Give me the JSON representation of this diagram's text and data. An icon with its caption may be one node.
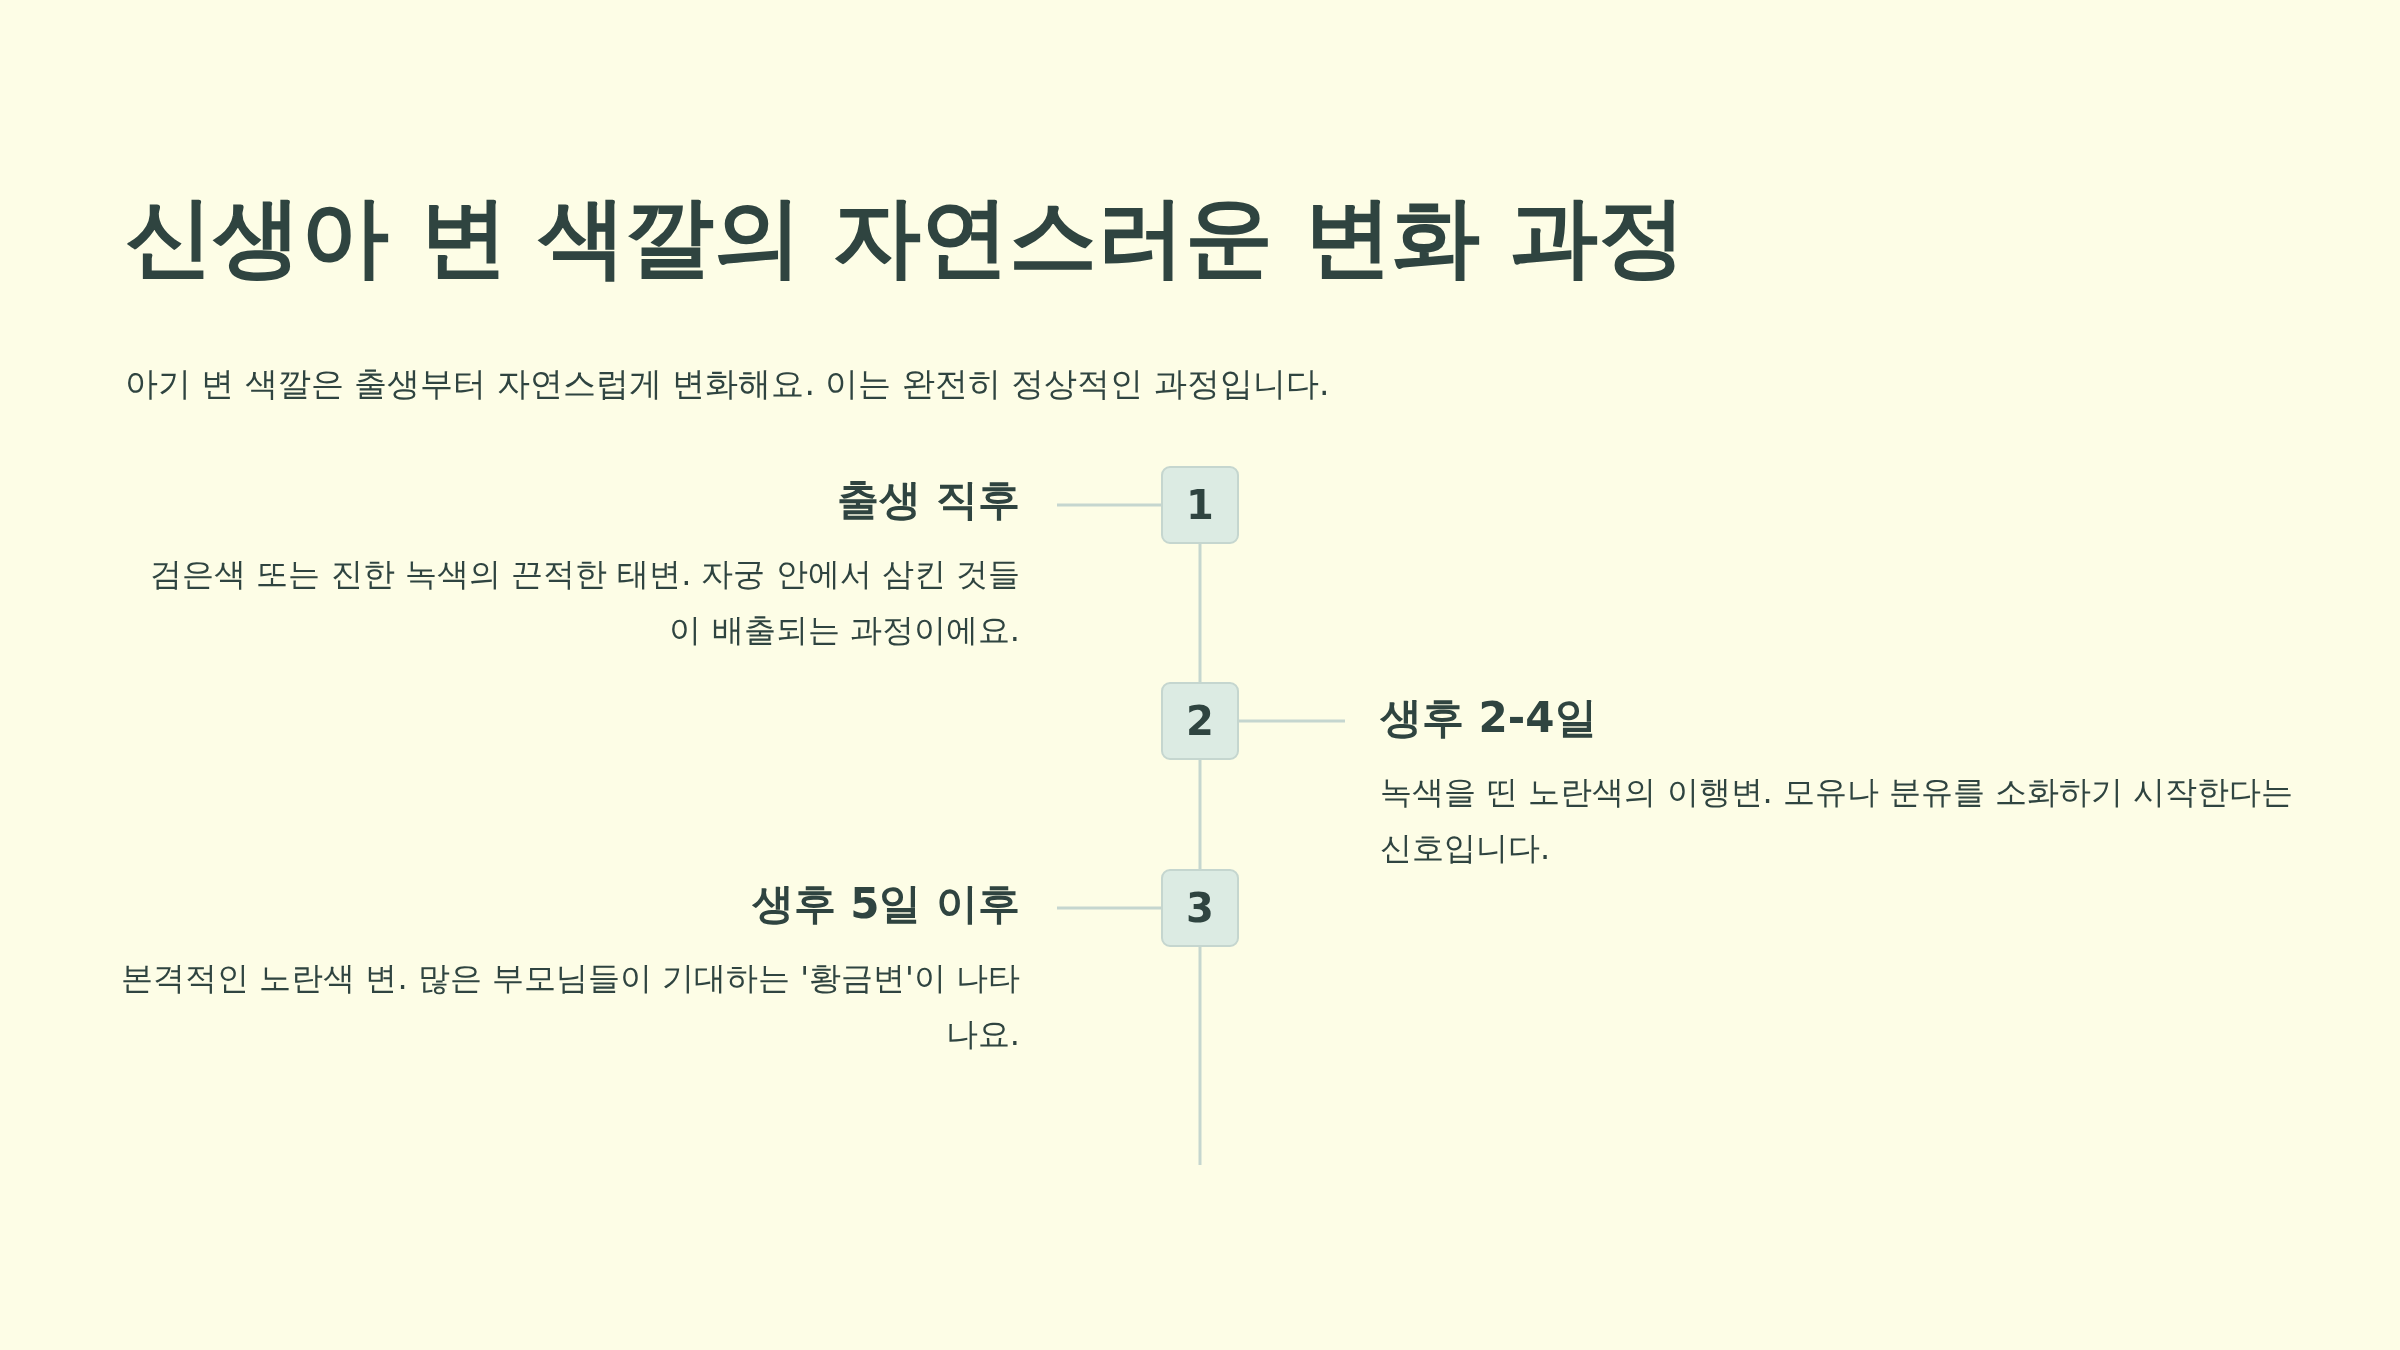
{
  "diagram": {
    "title": "신생아 변 색깔의 자연스러운 변화 과정",
    "caption": "아기 변 색깔은 출생부터 자연스럽게 변화해요. 이는 완전히 정상적인 과정입니다.",
    "nodes": [
      {
        "text": [
          "출생 직후",
          "검은색 또는 진한 녹색의 끈적한 태변. 자궁 안에서 삼킨 것들이 배출되는 과정이에요."
        ]
      },
      {
        "text": [
          "1"
        ]
      },
      {
        "text": [
          "2"
        ]
      },
      {
        "text": [
          "생후 2-4일",
          "녹색을 띤 노란색의 이행변. 모유나 분유를 소화하기 시작한다는 신호입니다."
        ]
      },
      {
        "text": [
          "생후 5일 이후",
          "본격적인 노란색 변. 많은 부모님들이 기대하는 '황금변'이 나타나요."
        ]
      },
      {
        "text": [
          "3"
        ]
      }
    ],
    "edges": [
      {
        "from": 0,
        "to": 1,
        "arrow": "none"
      },
      {
        "from": 1,
        "to": 2,
        "arrow": "none"
      },
      {
        "from": 2,
        "to": 3,
        "arrow": "none"
      },
      {
        "from": 4,
        "to": 5,
        "arrow": "none"
      },
      {
        "from": 2,
        "to": 5,
        "arrow": "none"
      },
      {
        "from": 5,
        "to": null,
        "arrow": "none"
      }
    ]
  }
}
